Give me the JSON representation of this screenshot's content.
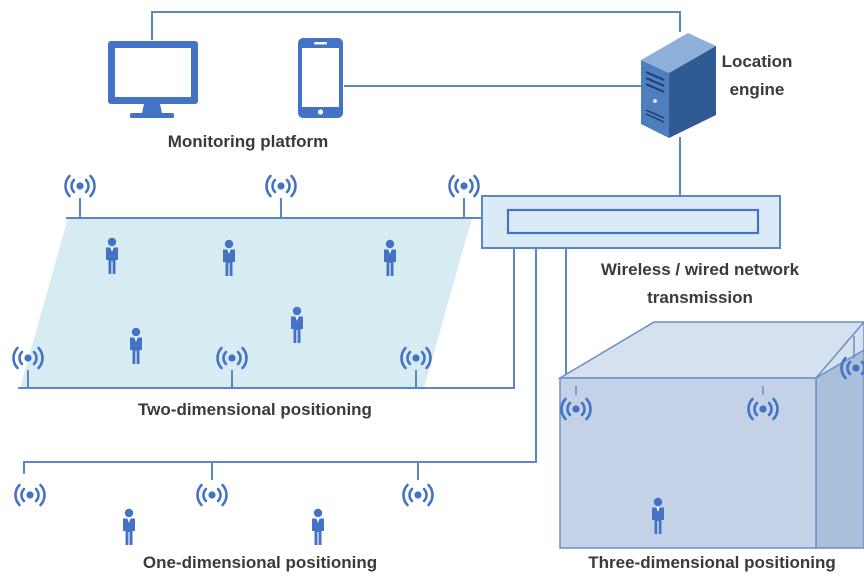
{
  "labels": {
    "monitoring_platform": "Monitoring platform",
    "location_engine": "Location engine",
    "network": "Wireless / wired network transmission",
    "two_d": "Two-dimensional positioning",
    "one_d": "One-dimensional positioning",
    "three_d": "Three-dimensional positioning"
  },
  "icons": {
    "monitor": "monitor-icon",
    "phone": "smartphone-icon",
    "server": "server-icon",
    "switch": "network-switch-icon",
    "antenna": "wireless-antenna-icon",
    "person": "person-icon"
  },
  "colors": {
    "primary": "#4472c4",
    "line": "#5b87c5",
    "plane_fill": "#d7ebf2",
    "cube_front": "#c3d2e6",
    "cube_top": "#d5e1ef",
    "cube_side": "#aabfda",
    "switch_fill": "#dbeaf7"
  }
}
